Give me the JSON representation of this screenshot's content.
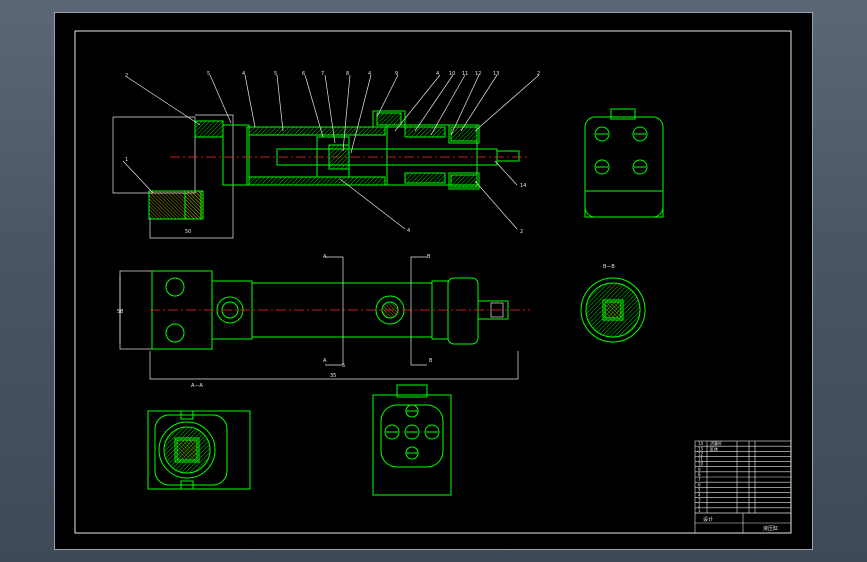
{
  "drawing": {
    "balloons_top": [
      "2",
      "5",
      "4",
      "5",
      "6",
      "7",
      "8",
      "4",
      "9",
      "4",
      "10",
      "11",
      "12",
      "13",
      "2"
    ],
    "balloons_left": [
      "2",
      "1"
    ],
    "balloons_right": [
      "14",
      "2"
    ],
    "balloon_bottom": "4",
    "dim_bottom": "50",
    "dim_left": "58",
    "dim_overall": "35",
    "dim_mid": "5",
    "section_a_top": "A",
    "section_a_bottom": "A",
    "section_b_top": "B",
    "section_b_bottom": "B",
    "section_view_label": "B—B",
    "view_label_left": "A—A",
    "title_block": {
      "rows": [
        "14",
        "13",
        "12",
        "11",
        "10",
        "9",
        "8",
        "7",
        "6",
        "5",
        "4",
        "3",
        "2",
        "1"
      ],
      "names": [
        "活塞杆",
        "缸体",
        "",
        "",
        "",
        "",
        "",
        "",
        "",
        "",
        "",
        "",
        "",
        ""
      ],
      "footer_left": "设计",
      "footer_right": "液压缸"
    }
  },
  "colors": {
    "line": "#00ff00",
    "center": "#ff2a2a",
    "frame": "#e8e8e8"
  }
}
